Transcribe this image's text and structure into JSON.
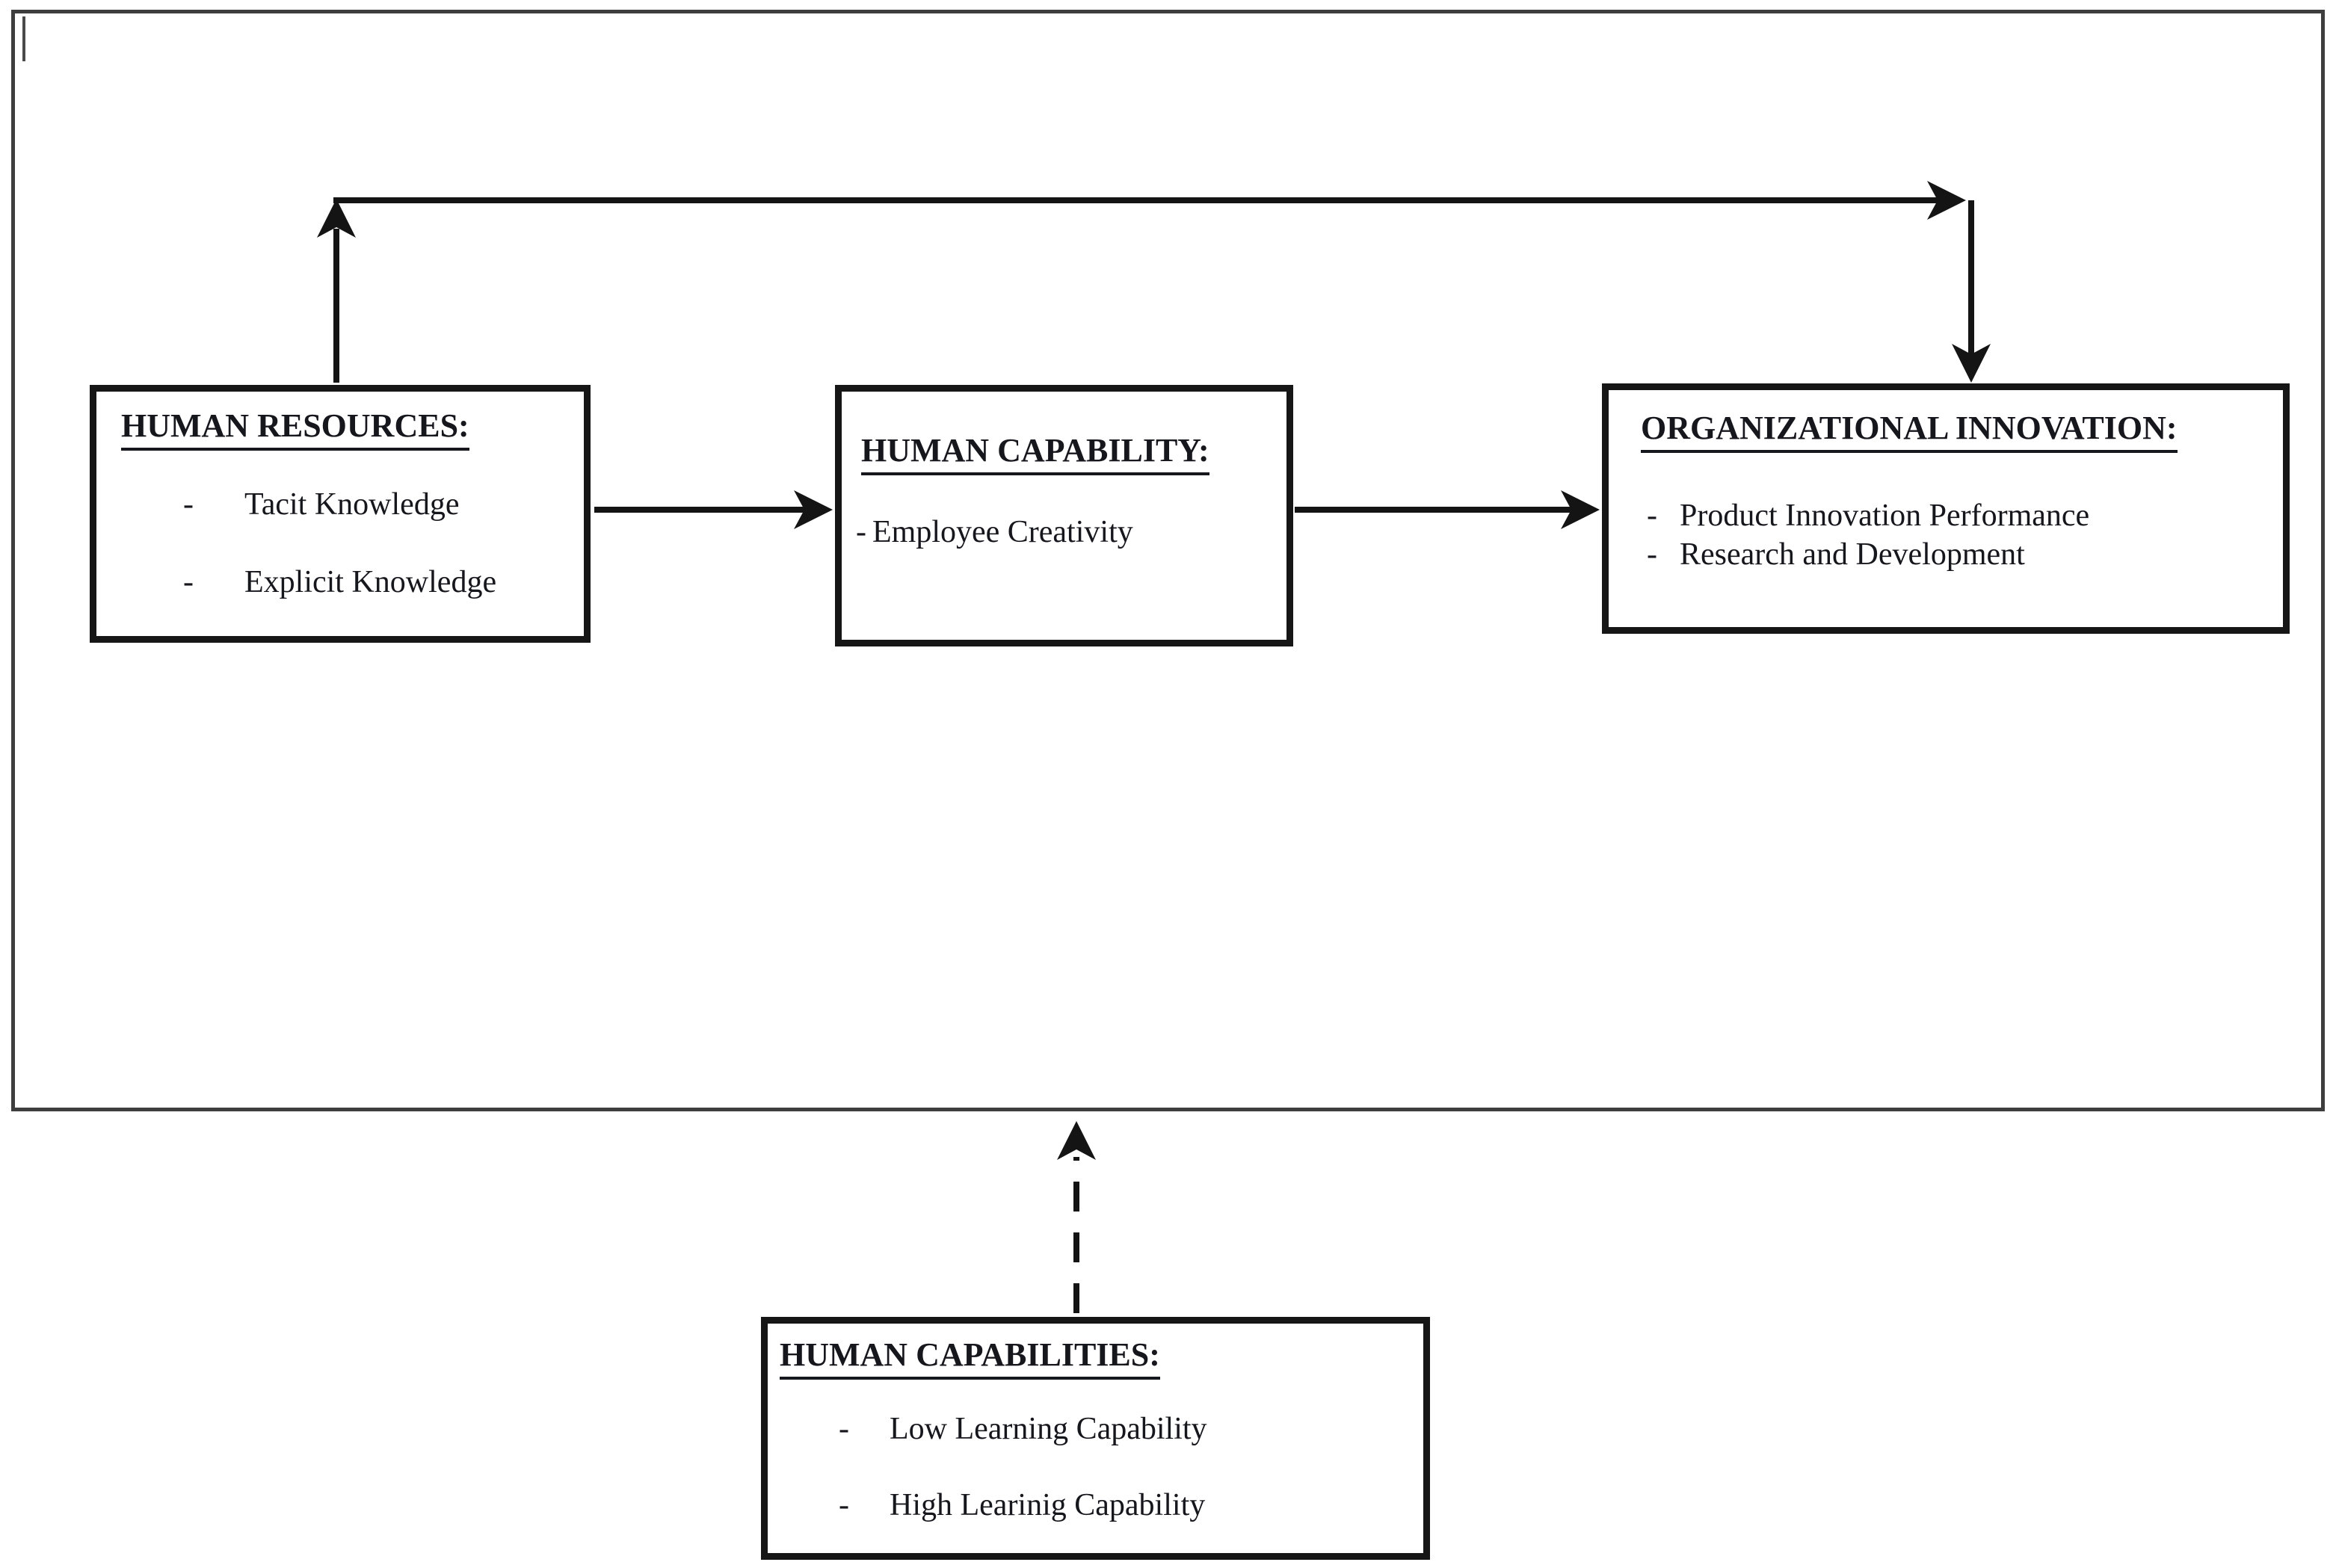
{
  "diagram": {
    "bullet_char": "-",
    "boxes": {
      "human_resources": {
        "title": "HUMAN RESOURCES:",
        "items": [
          "Tacit Knowledge",
          "Explicit Knowledge"
        ]
      },
      "human_capability": {
        "title": "HUMAN CAPABILITY:",
        "items": [
          "Employee Creativity"
        ]
      },
      "organizational_innovation": {
        "title": "ORGANIZATIONAL INNOVATION:",
        "items": [
          "Product Innovation Performance",
          "Research and Development"
        ]
      },
      "human_capabilities": {
        "title": "HUMAN CAPABILITIES:",
        "items": [
          "Low Learning Capability",
          "High Learinig Capability"
        ]
      }
    },
    "connections": [
      {
        "from": "human_resources",
        "to": "human_capability",
        "style": "solid-arrow"
      },
      {
        "from": "human_capability",
        "to": "organizational_innovation",
        "style": "solid-arrow"
      },
      {
        "from": "human_resources",
        "to": "organizational_innovation",
        "style": "solid-elbow-arrow-over-top"
      },
      {
        "from": "human_capabilities",
        "to": "outer_model_boundary",
        "style": "dashed-arrow-up"
      }
    ],
    "colors": {
      "background": "#ffffff",
      "outer_border": "#3e3e3e",
      "box_border": "#161616",
      "arrow": "#141414",
      "text": "#16161d"
    }
  }
}
